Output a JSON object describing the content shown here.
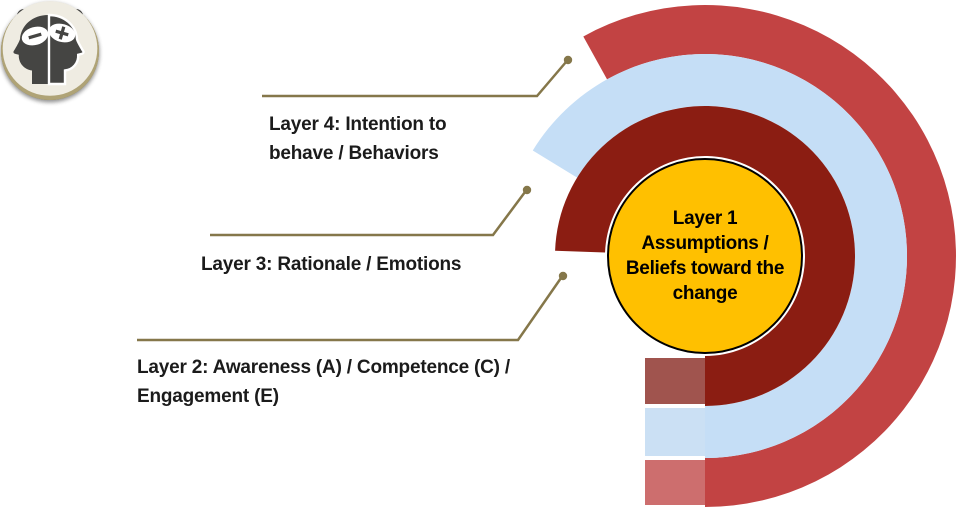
{
  "figure": {
    "type": "onion-layer-diagram",
    "background": "#FFFFFF"
  },
  "colors": {
    "leader_line": "#85774A",
    "label_text": "#1B1B1B",
    "center_fill": "#FFC000",
    "center_stroke": "#000000",
    "icon_bg": "#EFECE2",
    "icon_rim": "#AFA376",
    "icon_glyph": "#454543"
  },
  "center_circle": {
    "lines": [
      "Layer 1",
      "Assumptions /",
      "Beliefs toward the",
      "change"
    ]
  },
  "rings": [
    {
      "name": "layer-4-ring",
      "label": "Layer 4: Intention to behave / Behaviors",
      "color": "#C24343",
      "tail_color": "#CD6E6E"
    },
    {
      "name": "layer-3-ring",
      "label": "Layer 3: Rationale / Emotions",
      "color": "#C5DEF6",
      "tail_color": "#CBE0F4"
    },
    {
      "name": "layer-2-ring",
      "label": "Layer 2: Awareness (A) / Competence (C) / Engagement (E)",
      "color": "#8B1D12",
      "tail_color": "#A0544E"
    }
  ],
  "callouts": [
    {
      "icon": "people-exchange-icon",
      "lines": [
        "Layer 4: Intention to",
        "behave / Behaviors"
      ]
    },
    {
      "icon": "person-gear-network-icon",
      "lines": [
        "Layer 3: Rationale / Emotions"
      ]
    },
    {
      "icon": "heads-plus-minus-icon",
      "lines": [
        "Layer 2: Awareness (A) / Competence (C) /",
        "Engagement (E)"
      ]
    }
  ]
}
